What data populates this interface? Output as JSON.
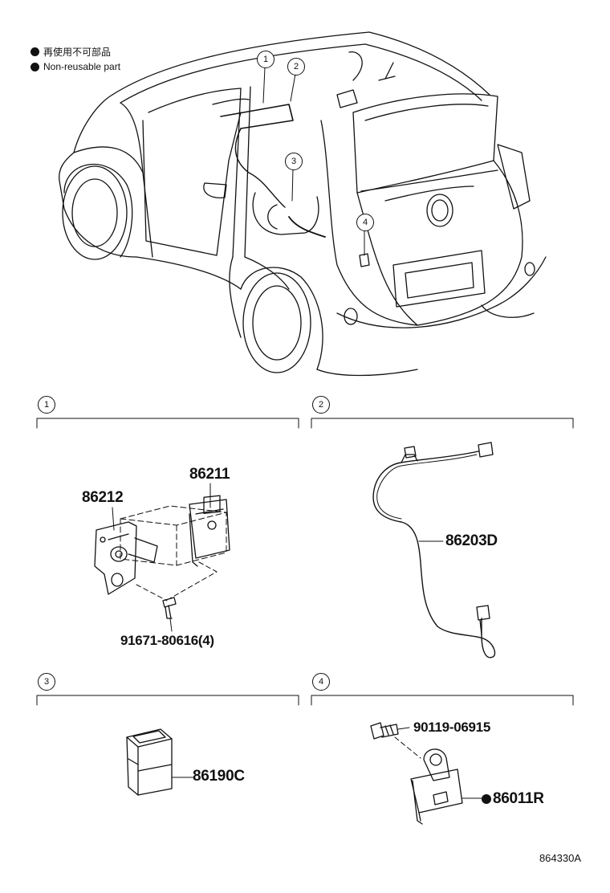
{
  "legend": {
    "japanese": "再使用不可部品",
    "english": "Non-reusable part"
  },
  "callouts": [
    "1",
    "2",
    "3",
    "4"
  ],
  "sections": [
    {
      "number": "1"
    },
    {
      "number": "2"
    },
    {
      "number": "3"
    },
    {
      "number": "4"
    }
  ],
  "parts": {
    "p86212": "86212",
    "p86211": "86211",
    "p91671": "91671-80616(4)",
    "p86203D": "86203D",
    "p86190C": "86190C",
    "p90119": "90119-06915",
    "p86011R": "86011R"
  },
  "diagram_code": "864330A",
  "colors": {
    "ink": "#111111",
    "background": "#ffffff"
  }
}
